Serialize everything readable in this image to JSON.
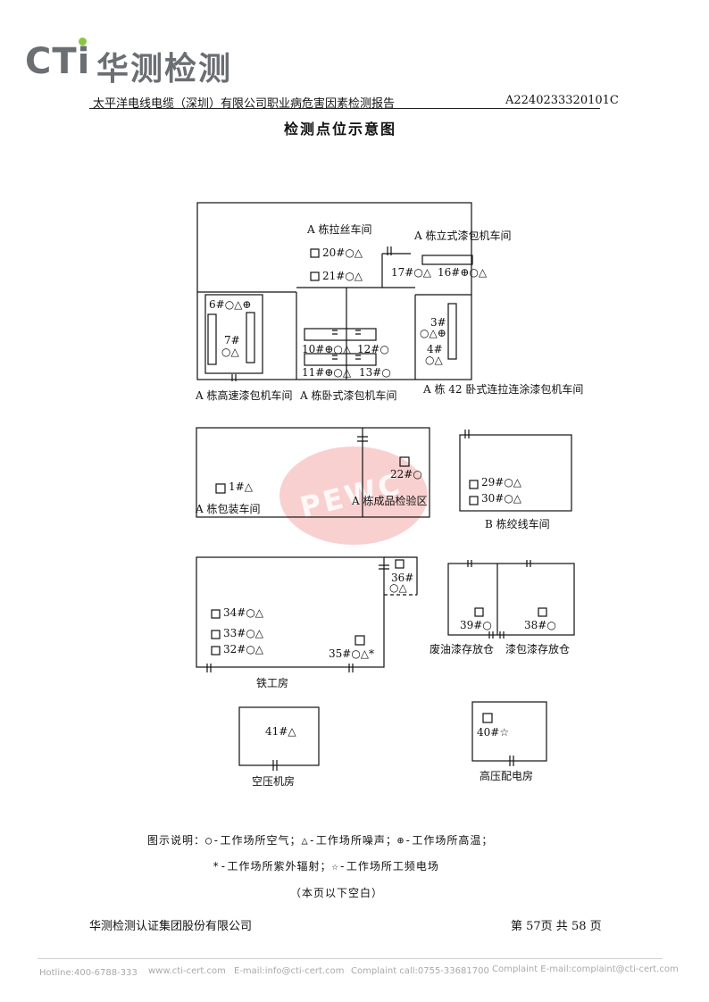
{
  "header": {
    "logo_text": "CTi",
    "logo_cn": "华测检测",
    "report_company": "太平洋电线电缆（深圳）有限公司职业病危害因素检测报告",
    "report_no": "A2240233320101C"
  },
  "page_title": "检测点位示意图",
  "watermark": "PEWC",
  "areas": {
    "a_drawing": "A 栋拉丝车间",
    "a_vertical": "A 栋立式漆包机车间",
    "a_highspeed": "A 栋高速漆包机车间",
    "a_horizontal": "A 栋卧式漆包机车间",
    "a_42": "A 栋 42 卧式连拉连涂漆包机车间",
    "a_packing": "A 栋包装车间",
    "a_inspection": "A 栋成品检验区",
    "b_stranding": "B 栋绞线车间",
    "iron_room": "铁工房",
    "waste_paint": "废油漆存放仓",
    "enamel_store": "漆包漆存放仓",
    "air_compressor": "空压机房",
    "hv_room": "高压配电房"
  },
  "points": {
    "p20": "20#○△",
    "p21": "21#○△",
    "p17": "17#○△",
    "p16": "16#⊕○△",
    "p6": "6#○△⊕",
    "p7a": "7#",
    "p7b": "○△",
    "p3a": "3#",
    "p3b": "○△⊕",
    "p4a": "4#",
    "p4b": "○△",
    "p10": "10#⊕○△",
    "p12": "12#○",
    "p11": "11#⊕○△",
    "p13": "13#○",
    "p1": "1#△",
    "p22": "22#○",
    "p29": "29#○△",
    "p30": "30#○△",
    "p36a": "36#",
    "p36b": "○△",
    "p34": "34#○△",
    "p33": "33#○△",
    "p32": "32#○△",
    "p35": "35#○△*",
    "p39": "39#○",
    "p38": "38#○",
    "p41": "41#△",
    "p40": "40#☆"
  },
  "legend": {
    "line1": "图示说明：○-工作场所空气；△-工作场所噪声；⊕-工作场所高温；",
    "line2": "*-工作场所紫外辐射；☆-工作场所工频电场",
    "line3": "（本页以下空白）"
  },
  "footer": {
    "company": "华测检测认证集团股份有限公司",
    "page": "第 57页  共 58 页",
    "hotline": "Hotline:400-6788-333",
    "web": "www.cti-cert.com",
    "email": "E-mail:info@cti-cert.com",
    "complaint_call": "Complaint call:0755-33681700",
    "complaint_email": "Complaint E-mail:complaint@cti-cert.com"
  }
}
